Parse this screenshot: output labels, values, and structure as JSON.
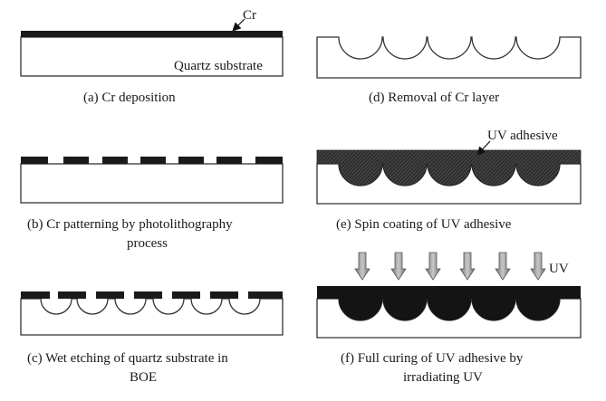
{
  "panels": {
    "a": {
      "caption": "(a) Cr deposition",
      "cr_label": "Cr",
      "substrate_label": "Quartz substrate"
    },
    "b": {
      "caption_line1": "(b) Cr patterning by photolithography",
      "caption_line2": "process"
    },
    "c": {
      "caption_line1": "(c) Wet etching of quartz substrate in",
      "caption_line2": "BOE"
    },
    "d": {
      "caption": "(d) Removal of Cr layer"
    },
    "e": {
      "caption": "(e) Spin coating of UV adhesive",
      "adhesive_label": "UV adhesive"
    },
    "f": {
      "caption_line1": "(f) Full curing of UV adhesive by",
      "caption_line2": "irradiating UV",
      "uv_label": "UV"
    }
  },
  "colors": {
    "cr_layer": "#1a1a1a",
    "substrate_fill": "#ffffff",
    "outline": "#333333",
    "adhesive": "#2a2a2a",
    "uv_arrow": "#8a8a8a"
  }
}
